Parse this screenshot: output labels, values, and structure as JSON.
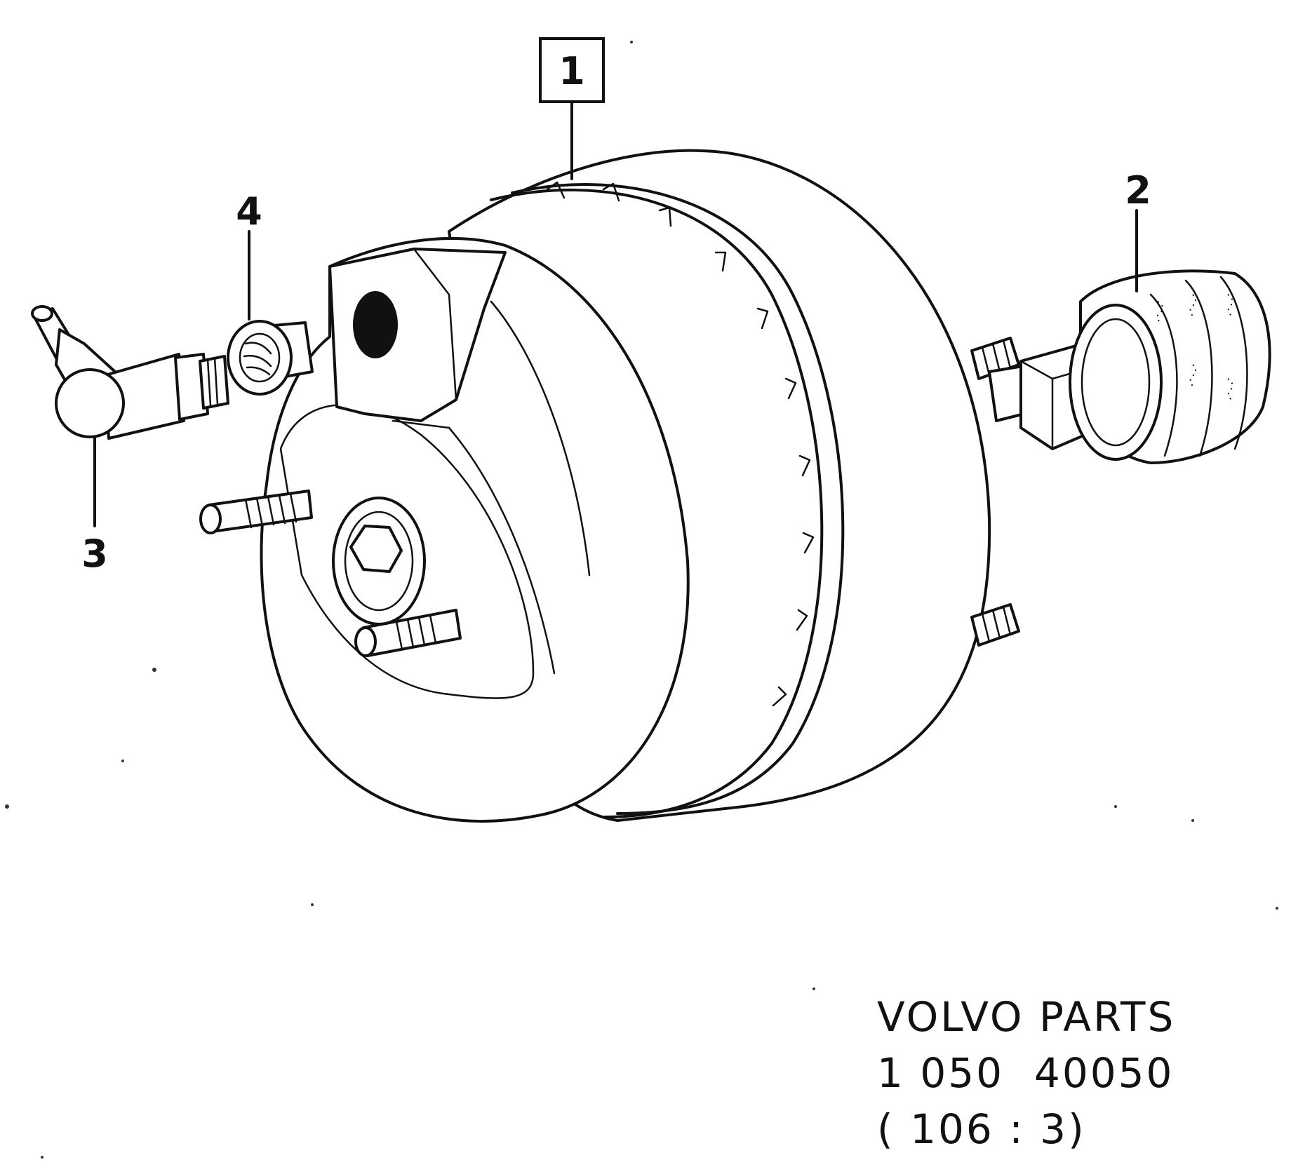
{
  "callouts": {
    "item_1": "1",
    "item_2": "2",
    "item_3": "3",
    "item_4": "4"
  },
  "caption": {
    "line1": "VOLVO PARTS",
    "line2": "1 050  40050",
    "line3": "( 106 : 3)"
  },
  "colors": {
    "ink": "#111111",
    "paper": "#ffffff"
  }
}
